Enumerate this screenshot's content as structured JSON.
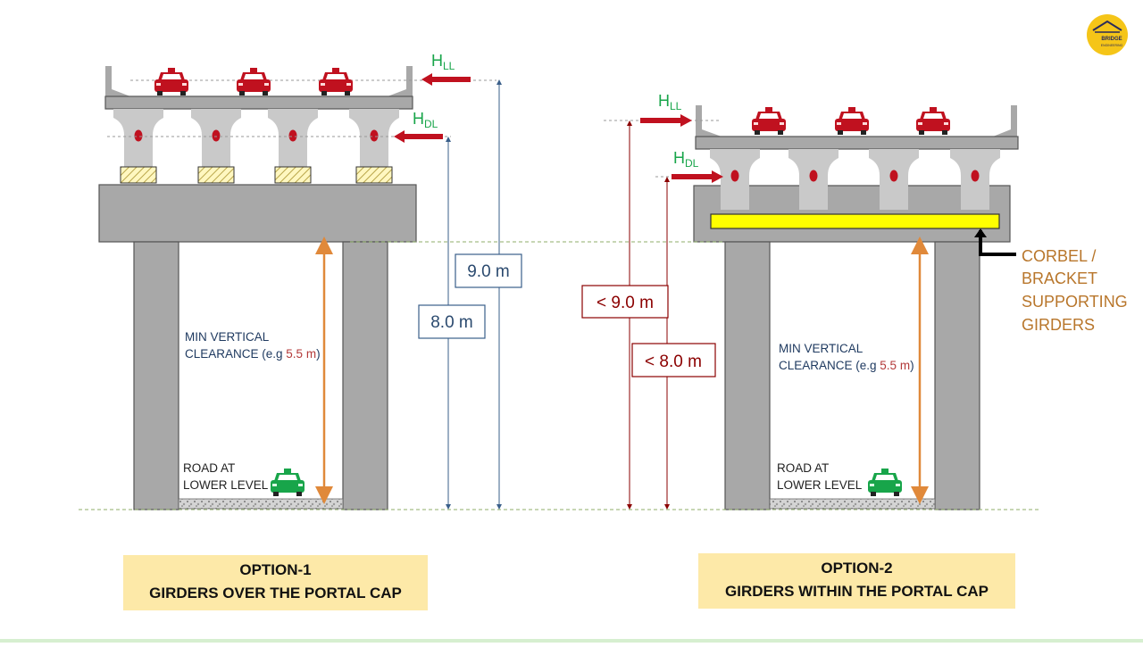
{
  "logo": {
    "text_1": "BRIDGE",
    "text_2": "ENGINEERING",
    "color": "#f5c518"
  },
  "colors": {
    "concrete": "#c9c9c9",
    "concrete_dark": "#a8a8a8",
    "outline": "#555555",
    "car_red": "#c0111f",
    "car_green": "#18a54a",
    "arrow_red": "#c0111f",
    "dim_orange": "#e0893a",
    "dim_blue": "#3a5f8a",
    "dim_darkred": "#8b0000",
    "corbel_yellow": "#ffff00",
    "caption_bg": "#fde9a8",
    "corbel_text": "#b8762b"
  },
  "option1": {
    "h_ll": {
      "main": "H",
      "sub": "LL"
    },
    "h_dl": {
      "main": "H",
      "sub": "DL"
    },
    "dim_9": "9.0 m",
    "dim_8": "8.0 m",
    "clearance_1": "MIN VERTICAL",
    "clearance_2_prefix": "CLEARANCE (e.g ",
    "clearance_value": "5.5 m",
    "clearance_2_suffix": ")",
    "road_1": "ROAD AT",
    "road_2": "LOWER LEVEL",
    "caption_1": "OPTION-1",
    "caption_2": "GIRDERS OVER THE PORTAL CAP"
  },
  "option2": {
    "h_ll": {
      "main": "H",
      "sub": "LL"
    },
    "h_dl": {
      "main": "H",
      "sub": "DL"
    },
    "dim_9": "< 9.0 m",
    "dim_8": "< 8.0 m",
    "clearance_1": "MIN VERTICAL",
    "clearance_2_prefix": "CLEARANCE (e.g ",
    "clearance_value": "5.5 m",
    "clearance_2_suffix": ")",
    "road_1": "ROAD AT",
    "road_2": "LOWER LEVEL",
    "corbel_1": "CORBEL /",
    "corbel_2": "BRACKET",
    "corbel_3": "SUPPORTING",
    "corbel_4": "GIRDERS",
    "caption_1": "OPTION-2",
    "caption_2": "GIRDERS WITHIN THE PORTAL CAP"
  }
}
